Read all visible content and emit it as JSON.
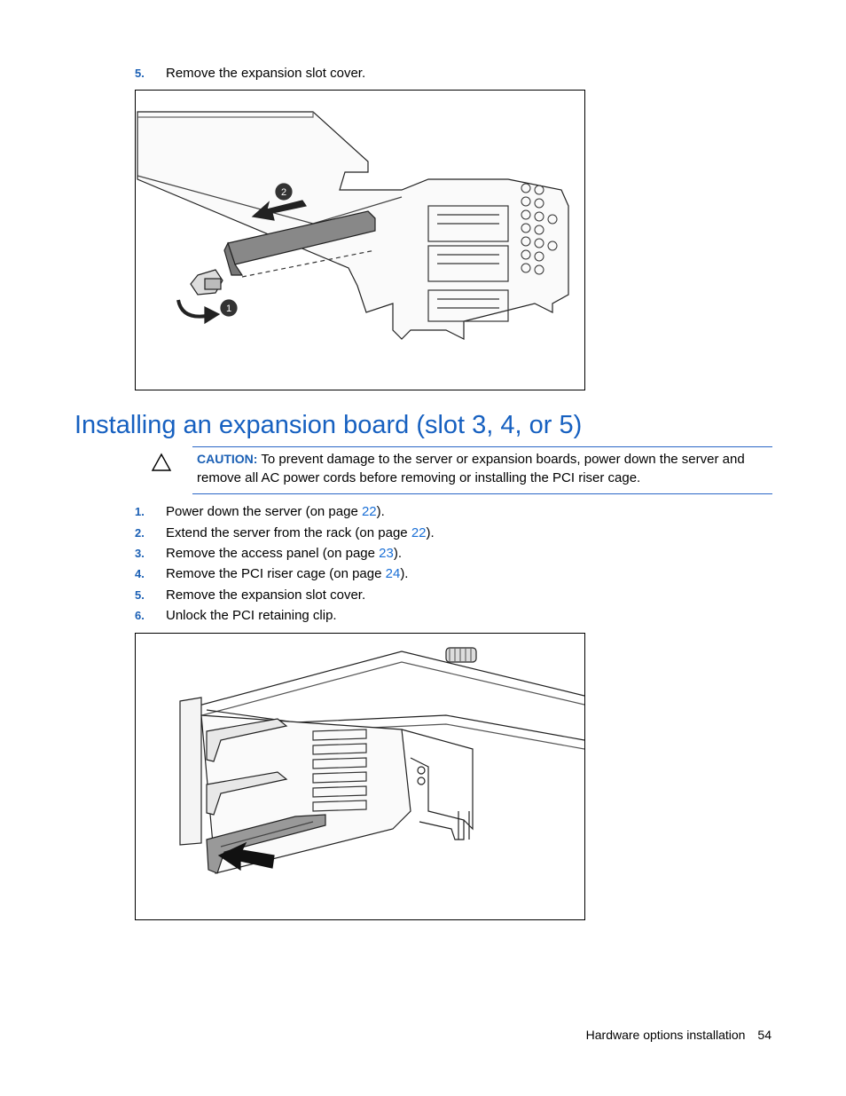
{
  "top_step": {
    "num": "5.",
    "text": "Remove the expansion slot cover."
  },
  "figure1": {
    "callouts": [
      "2",
      "1"
    ]
  },
  "section": {
    "title": "Installing an expansion board (slot 3, 4, or 5)"
  },
  "caution": {
    "label": "CAUTION:",
    "text": "To prevent damage to the server or expansion boards, power down the server and remove all AC power cords before removing or installing the PCI riser cage."
  },
  "steps": [
    {
      "num": "1.",
      "text": "Power down the server (on page ",
      "link": "22",
      "after": ")."
    },
    {
      "num": "2.",
      "text": "Extend the server from the rack (on page ",
      "link": "22",
      "after": ")."
    },
    {
      "num": "3.",
      "text": "Remove the access panel (on page ",
      "link": "23",
      "after": ")."
    },
    {
      "num": "4.",
      "text": "Remove the PCI riser cage (on page ",
      "link": "24",
      "after": ")."
    },
    {
      "num": "5.",
      "text": "Remove the expansion slot cover."
    },
    {
      "num": "6.",
      "text": "Unlock the PCI retaining clip."
    }
  ],
  "footer": {
    "section": "Hardware options installation",
    "page": "54"
  },
  "colors": {
    "heading": "#1660c0",
    "step_number": "#1a5fb4",
    "link": "#1a6fd6",
    "rule": "#2a66c7"
  }
}
